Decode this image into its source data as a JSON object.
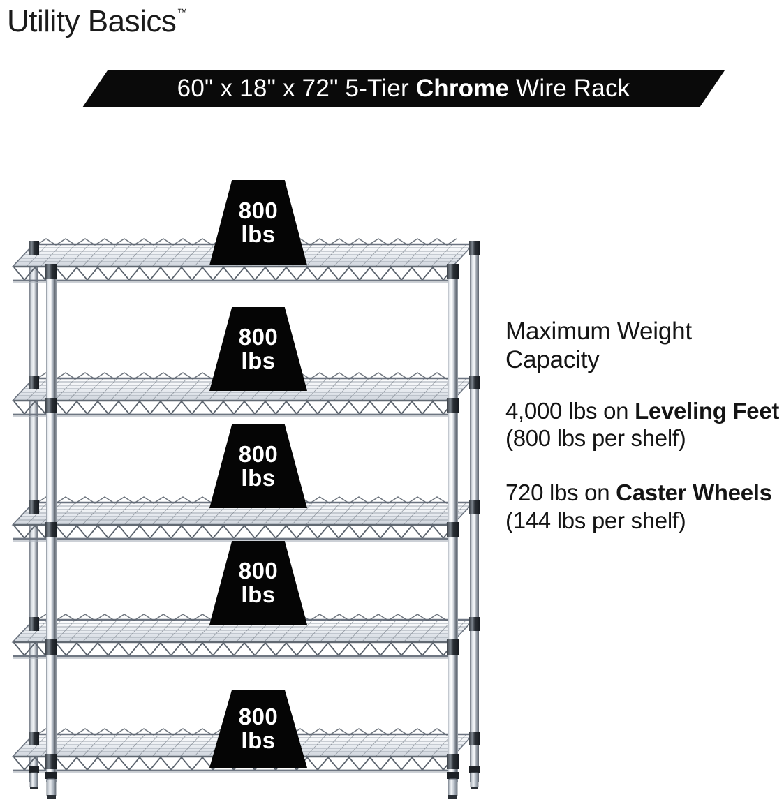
{
  "brand": {
    "name": "Utility Basics",
    "trademark": "™"
  },
  "banner": {
    "dimensions": "60\" x 18\" x 72\"",
    "tier": "5-Tier",
    "material": "Chrome",
    "product": "Wire Rack",
    "full_text_prefix": "60\" x 18\" x 72\" 5-Tier ",
    "full_text_bold": "Chrome",
    "full_text_suffix": " Wire Rack",
    "background": "#0a0a0a",
    "text_color": "#ffffff"
  },
  "product": {
    "type": "chrome-wire-shelving-rack",
    "shelf_count": 5,
    "shelves": [
      {
        "index": 1,
        "label_number": "800",
        "label_unit": "lbs"
      },
      {
        "index": 2,
        "label_number": "800",
        "label_unit": "lbs"
      },
      {
        "index": 3,
        "label_number": "800",
        "label_unit": "lbs"
      },
      {
        "index": 4,
        "label_number": "800",
        "label_unit": "lbs"
      },
      {
        "index": 5,
        "label_number": "800",
        "label_unit": "lbs"
      }
    ],
    "badge_color": "#050505",
    "badge_text_color": "#ffffff"
  },
  "info": {
    "heading": "Maximum Weight Capacity",
    "capacity_leveling": {
      "lead": "4,000 lbs on ",
      "bold": "Leveling Feet",
      "tail": " (800 lbs per shelf)"
    },
    "capacity_caster": {
      "lead": "720 lbs on ",
      "bold": "Caster Wheels",
      "tail": " (144 lbs per shelf)"
    }
  },
  "colors": {
    "background": "#ffffff",
    "ink": "#141414",
    "chrome_light": "#f2f4f7",
    "chrome_mid": "#c3c9d2",
    "chrome_dark": "#7c8490",
    "chrome_line": "#4c535d",
    "collar": "#2d3137"
  }
}
